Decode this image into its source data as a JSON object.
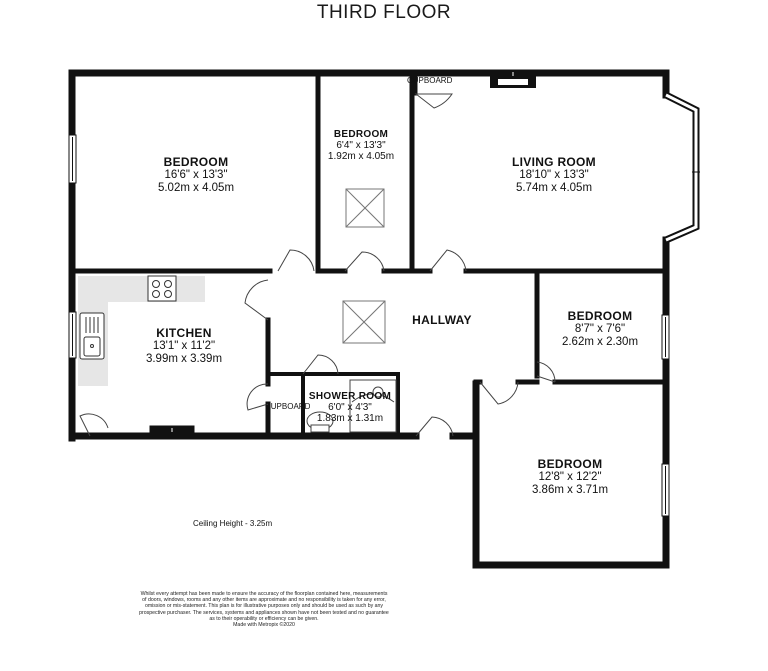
{
  "floor_title": "THIRD FLOOR",
  "rooms": {
    "bedroom_1": {
      "name": "BEDROOM",
      "imperial": "16'6\"  x 13'3\"",
      "metric": "5.02m  x 4.05m"
    },
    "bedroom_2": {
      "name": "BEDROOM",
      "imperial": "6'4\"  x 13'3\"",
      "metric": "1.92m  x 4.05m"
    },
    "living_room": {
      "name": "LIVING ROOM",
      "imperial": "18'10\"  x 13'3\"",
      "metric": "5.74m  x 4.05m"
    },
    "kitchen": {
      "name": "KITCHEN",
      "imperial": "13'1\"  x 11'2\"",
      "metric": "3.99m  x 3.39m"
    },
    "hallway": {
      "name": "HALLWAY"
    },
    "bedroom_3": {
      "name": "BEDROOM",
      "imperial": "8'7\"  x 7'6\"",
      "metric": "2.62m  x 2.30m"
    },
    "shower_room": {
      "name": "SHOWER ROOM",
      "imperial": "6'0\"  x 4'3\"",
      "metric": "1.83m  x 1.31m"
    },
    "bedroom_4": {
      "name": "BEDROOM",
      "imperial": "12'8\"  x 12'2\"",
      "metric": "3.86m  x 3.71m"
    }
  },
  "cupboard_labels": {
    "top": "CUPBOARD",
    "bottom": "CUPBOARD"
  },
  "ceiling_height": "Ceiling Height - 3.25m",
  "disclaimer": [
    "Whilst every attempt has been made to ensure the accuracy of the floorplan contained here, measurements",
    "of doors, windows, rooms and any other items are approximate and no responsibility is taken for any error,",
    "omission or mis-statement. This plan is for illustrative purposes only and should be used as such by any",
    "prospective purchaser. The services, systems and appliances shown have not been tested and no guarantee",
    "as to their operability or efficiency can be given.",
    "Made with Metropix ©2020"
  ],
  "colors": {
    "wall": "#111111",
    "window": "#ffffff",
    "kitchen_counter": "#e6e6e6",
    "fixture_line": "#555555"
  }
}
